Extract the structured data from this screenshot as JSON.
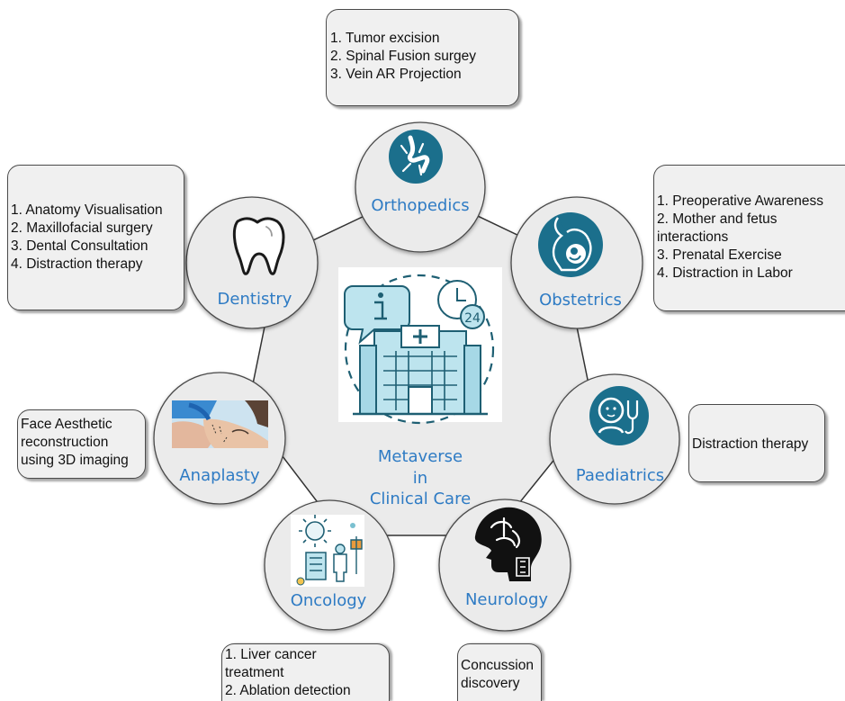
{
  "hub": {
    "line1": "Metaverse",
    "line2": "in",
    "line3": "Clinical Care"
  },
  "specialties": {
    "orthopedics": {
      "label": "Orthopedics",
      "icon": "knee-joint-icon",
      "items": [
        "1. Tumor excision",
        "2. Spinal Fusion surgey",
        "3. Vein AR Projection"
      ]
    },
    "obstetrics": {
      "label": "Obstetrics",
      "icon": "pregnancy-icon",
      "items": [
        "1. Preoperative Awareness",
        "2. Mother and fetus interactions",
        "3. Prenatal Exercise",
        "4. Distraction in Labor"
      ]
    },
    "paediatrics": {
      "label": "Paediatrics",
      "icon": "baby-stethoscope-icon",
      "items": [
        "Distraction therapy"
      ]
    },
    "neurology": {
      "label": "Neurology",
      "icon": "brain-head-icon",
      "items": [
        "Concussion discovery"
      ]
    },
    "oncology": {
      "label": "Oncology",
      "icon": "cancer-treatment-icon",
      "items": [
        "1. Liver cancer treatment",
        "2. Ablation detection"
      ]
    },
    "anaplasty": {
      "label": "Anaplasty",
      "icon": "face-surgery-photo",
      "items": [
        "Face Aesthetic reconstruction using 3D imaging"
      ]
    },
    "dentistry": {
      "label": "Dentistry",
      "icon": "tooth-icon",
      "items": [
        "1. Anatomy Visualisation",
        "2. Maxillofacial surgery",
        "3. Dental Consultation",
        "4. Distraction therapy"
      ]
    }
  },
  "colors": {
    "label_blue": "#2e7bc4",
    "icon_teal": "#1b6f8c",
    "circle_fill": "#ebebeb",
    "box_fill": "#f0f0f0"
  }
}
